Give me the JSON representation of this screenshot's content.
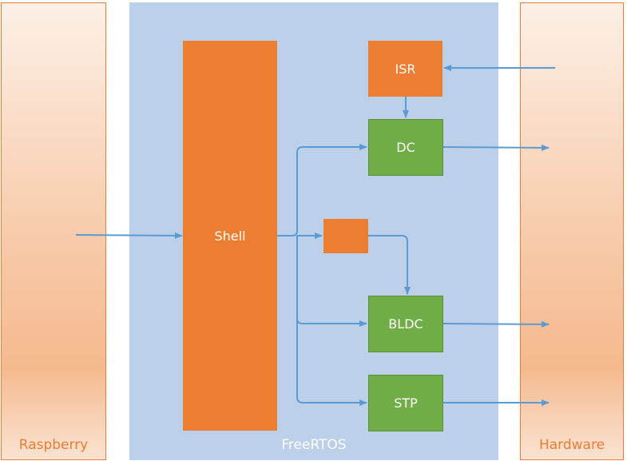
{
  "panels": {
    "raspberry_label": "Raspberry",
    "freertos_label": "FreeRTOS",
    "hardware_label": "Hardware"
  },
  "blocks": {
    "shell": "Shell",
    "isr": "ISR",
    "dc": "DC",
    "bldc": "BLDC",
    "stp": "STP",
    "unlabeled": ""
  },
  "colors": {
    "orange": "#ed7d31",
    "green": "#70ad47",
    "freertos_bg": "#bdd0e9",
    "arrow": "#5b9bd5"
  }
}
